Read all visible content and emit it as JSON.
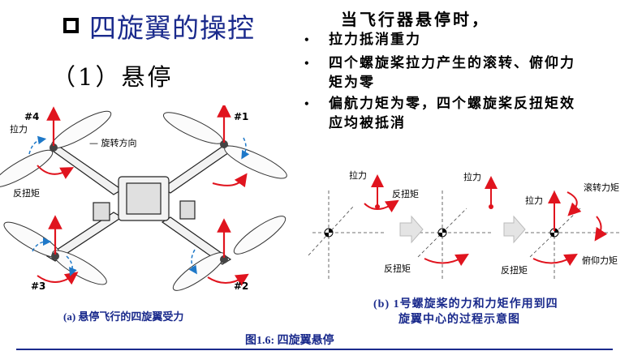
{
  "title": "四旋翼的操控",
  "subtitle": "（1）悬停",
  "intro": "当飞行器悬停时，",
  "bullets": [
    {
      "lines": [
        "拉力抵消重力"
      ]
    },
    {
      "lines": [
        "四个螺旋桨拉力产生的滚转、俯仰力",
        "矩为零"
      ]
    },
    {
      "lines": [
        "偏航力矩为零，四个螺旋桨反扭矩效",
        "应均被抵消"
      ]
    }
  ],
  "drone": {
    "rotor_labels": [
      "#4",
      "#1",
      "#3",
      "#2"
    ],
    "thrust_label": "拉力",
    "rotation_label": "— 旋转方向",
    "reaction_label": "反扭矩"
  },
  "panel_b": {
    "thrust": "拉力",
    "reaction": "反扭矩",
    "roll": "滚转力矩",
    "pitch": "俯仰力矩"
  },
  "caption_a": "(a) 悬停飞行的四旋翼受力",
  "caption_b_line1": "(b)  1号螺旋桨的力和力矩作用到四",
  "caption_b_line2": "旋翼中心的过程示意图",
  "figure_caption": "图1.6: 四旋翼悬停",
  "colors": {
    "title": "#1a2a8c",
    "arrow": "#e0141e",
    "rotation": "#1e78c8"
  }
}
